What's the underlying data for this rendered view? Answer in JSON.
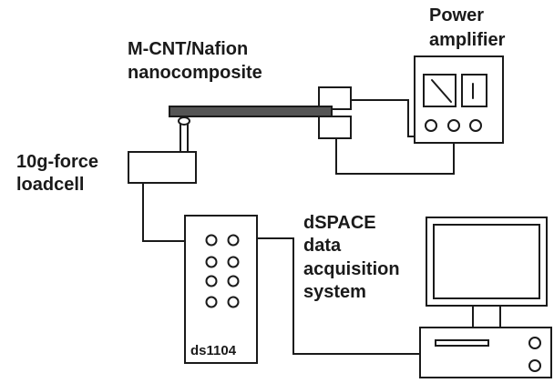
{
  "labels": {
    "composite": [
      "M-CNT/Nafion",
      "nanocomposite"
    ],
    "amplifier": [
      "Power",
      "amplifier"
    ],
    "loadcell": [
      "10g-force",
      "loadcell"
    ],
    "dspace": [
      "dSPACE",
      "data",
      "acquisition",
      "system"
    ],
    "board": "ds1104"
  },
  "colors": {
    "ink": "#1a1a1a",
    "strip": "#555555",
    "background": "#ffffff"
  }
}
